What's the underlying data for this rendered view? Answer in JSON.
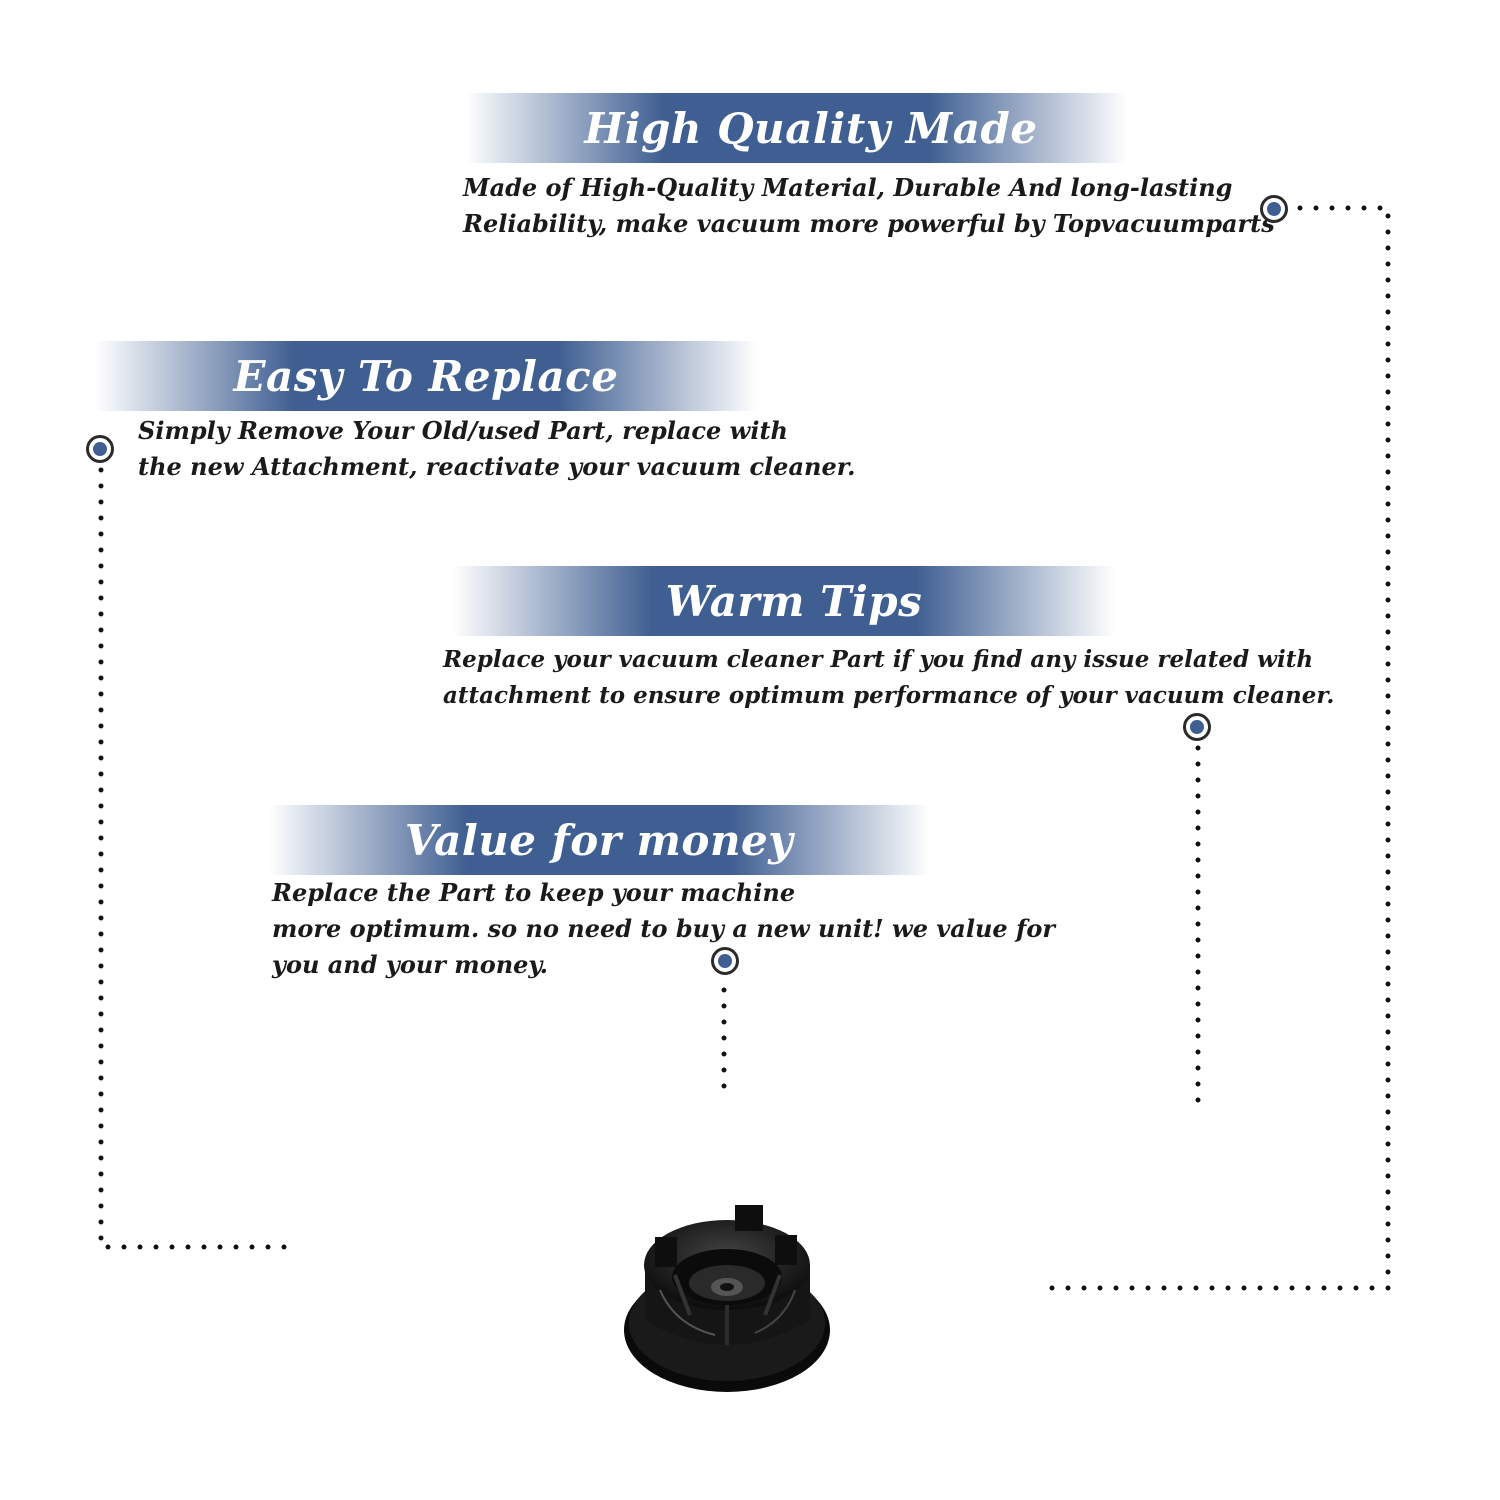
{
  "banner_color": "#3f5f92",
  "sections": {
    "quality": {
      "title": "High Quality Made",
      "lines": [
        "Made of  High-Quality Material, Durable And long-lasting",
        "Reliability, make vacuum more powerful by Topvacuumparts"
      ]
    },
    "replace": {
      "title": "Easy To Replace",
      "lines": [
        "Simply Remove Your Old/used Part, replace with",
        "the new Attachment, reactivate your vacuum cleaner."
      ]
    },
    "tips": {
      "title": "Warm Tips",
      "lines": [
        "Replace your vacuum cleaner Part if you find any issue related with",
        " attachment to ensure optimum performance of your vacuum cleaner."
      ]
    },
    "value": {
      "title": "Value for money",
      "lines": [
        "Replace the Part to keep your machine",
        "more optimum. so no need to buy a new unit! we value for",
        "you and your money."
      ]
    }
  },
  "icons": {
    "marker": "target-dot-icon",
    "product": "vacuum-part-cap"
  }
}
